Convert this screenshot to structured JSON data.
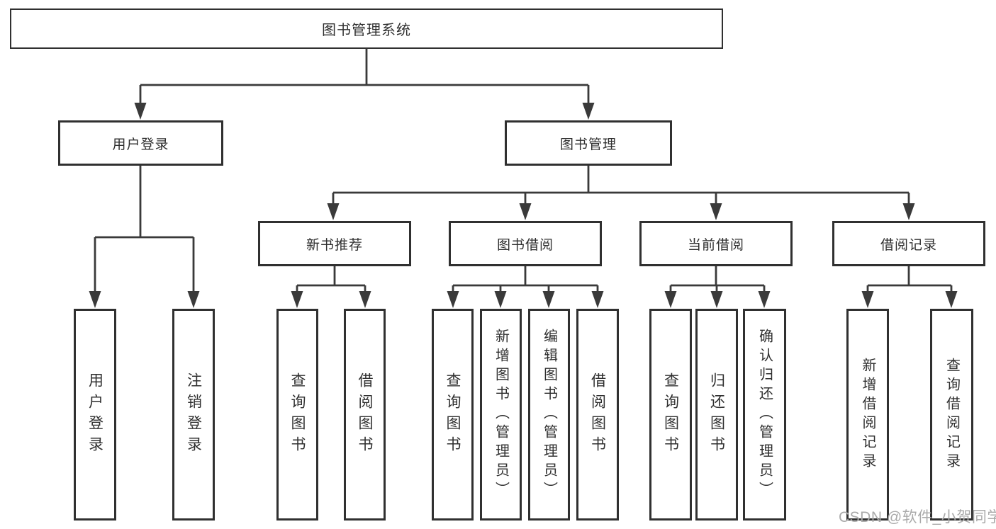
{
  "tree": {
    "root": {
      "label": "图书管理系统"
    },
    "children": [
      {
        "label": "用户登录",
        "children": [
          {
            "label": "用户登录"
          },
          {
            "label": "注销登录"
          }
        ]
      },
      {
        "label": "图书管理",
        "children": [
          {
            "label": "新书推荐",
            "children": [
              {
                "label": "查询图书"
              },
              {
                "label": "借阅图书"
              }
            ]
          },
          {
            "label": "图书借阅",
            "children": [
              {
                "label": "查询图书"
              },
              {
                "label": "新增图书（管理员）"
              },
              {
                "label": "编辑图书（管理员）"
              },
              {
                "label": "借阅图书"
              }
            ]
          },
          {
            "label": "当前借阅",
            "children": [
              {
                "label": "查询图书"
              },
              {
                "label": "归还图书"
              },
              {
                "label": "确认归还（管理员）"
              }
            ]
          },
          {
            "label": "借阅记录",
            "children": [
              {
                "label": "新增借阅记录"
              },
              {
                "label": "查询借阅记录"
              }
            ]
          }
        ]
      }
    ]
  },
  "watermark": "CSDN @软件_小贺同学",
  "colors": {
    "line": "#3a3a3a",
    "border": "#303030",
    "text": "#2f2f2f",
    "watermark": "#aaaaaa",
    "background": "#ffffff"
  }
}
